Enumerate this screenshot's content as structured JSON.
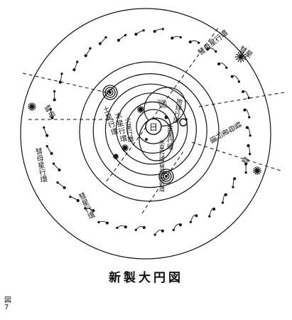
{
  "labels": {
    "sun": "日",
    "comet": "彗",
    "comet_star": "彗星",
    "comet_mother": "彗母",
    "comet_mother_orbit": "彗母星行環",
    "saturn_orbit": "土星行環",
    "jupiter_orbit": "木星行環",
    "mars_orbit": "火星行環",
    "earth_orbit": "地球行環",
    "venus_orbit": "金星行環",
    "mercury_orbit": "水星行環",
    "comet_orbit_left": "彗母星行環",
    "comet_orbit_top": "彗母星行環",
    "comet_orbit_right": "彗母星行環",
    "comet_orbit_bottom": "彗星行環"
  },
  "caption": "新製大円図",
  "figure_label": [
    "図",
    "7"
  ],
  "colors": {
    "ink": "#111111",
    "paper": "#ffffff"
  }
}
